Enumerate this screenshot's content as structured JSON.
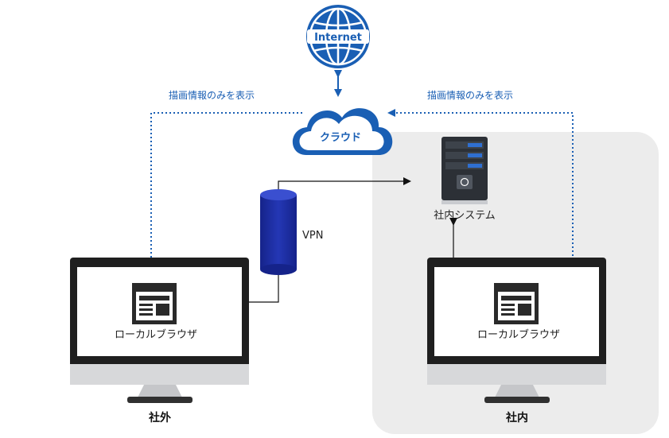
{
  "internet": {
    "label": "Internet"
  },
  "cloud": {
    "label": "クラウド"
  },
  "left_note": "描画情報のみを表示",
  "right_note": "描画情報のみを表示",
  "vpn": {
    "label": "VPN"
  },
  "server": {
    "label": "社内システム"
  },
  "left_pc": {
    "browser_label": "ローカルブラウザ",
    "caption": "社外"
  },
  "right_pc": {
    "browser_label": "ローカルブラウザ",
    "caption": "社内"
  },
  "colors": {
    "accent_blue": "#1a5fb4",
    "cylinder_blue": "#1c2d9c",
    "zone_gray": "#ececec",
    "monitor_dark": "#1f1f1f"
  }
}
